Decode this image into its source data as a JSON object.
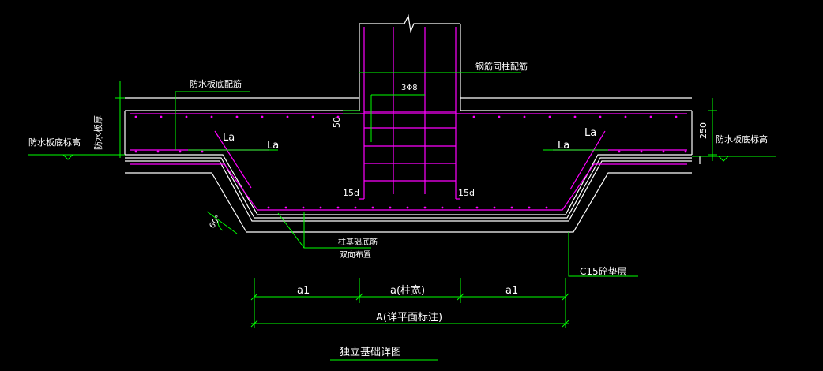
{
  "colors": {
    "background": "#000000",
    "concrete_outline": "#ffffff",
    "rebar": "#ff00ff",
    "dimension": "#00ff00",
    "rebar_dot": "#ff00ff"
  },
  "labels": {
    "column_rebar": "钢筋同柱配筋",
    "three_stirrups": "3Φ8",
    "waterproof_bottom_rebar": "防水板底配筋",
    "waterproof_thickness": "防水板厚",
    "waterproof_bottom_elev_left": "防水板底标高",
    "waterproof_bottom_elev_right": "防水板底标高",
    "anchor_la_1": "La",
    "anchor_la_2": "La",
    "anchor_la_3": "La",
    "anchor_la_4": "La",
    "cover_50": "50",
    "dim_250": "250",
    "hook_15d_left": "15d",
    "hook_15d_right": "15d",
    "angle_60": "60°",
    "footing_bottom_rebar_line1": "柱基础底筋",
    "footing_bottom_rebar_line2": "双向布置",
    "cushion": "C15砼垫层",
    "dim_a1_left": "a1",
    "dim_a_column": "a(柱宽)",
    "dim_a1_right": "a1",
    "dim_A_total": "A(详平面标注)",
    "title": "独立基础详图"
  }
}
